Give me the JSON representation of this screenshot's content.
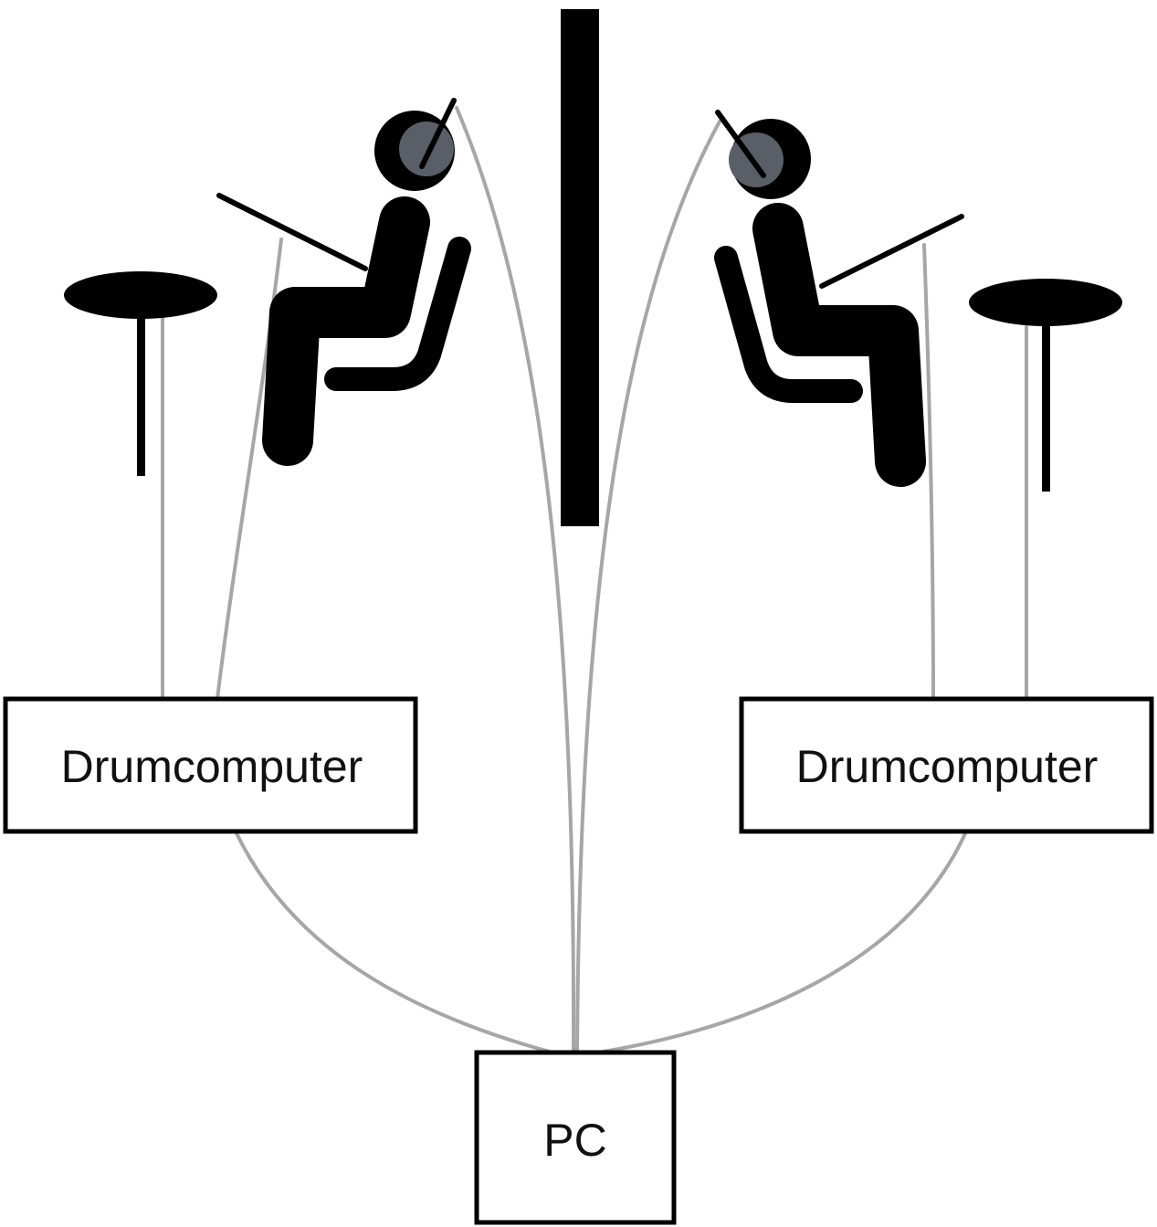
{
  "nodes": {
    "left_module": {
      "label": "Drumcomputer"
    },
    "right_module": {
      "label": "Drumcomputer"
    },
    "pc": {
      "label": "PC"
    }
  },
  "colors": {
    "cable": "#a6a6a6",
    "figure": "#000000",
    "headphone": "#5a5e66",
    "background": "#ffffff"
  },
  "icons": [
    "drum-pad-icon",
    "seated-drummer-icon",
    "headphone-icon",
    "drumstick-icon",
    "divider-wall"
  ]
}
